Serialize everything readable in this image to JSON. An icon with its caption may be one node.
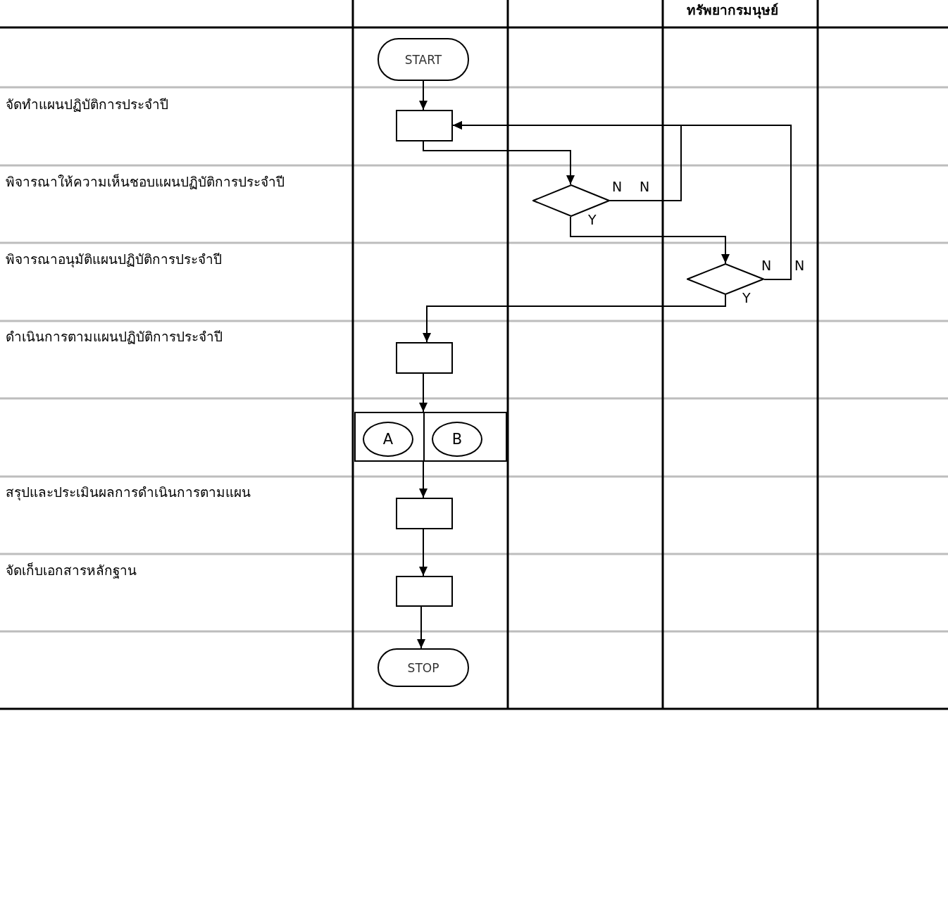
{
  "diagram": {
    "nodes": [
      {
        "text": [
          "START"
        ]
      },
      {
        "text": [],
        "shape": "box"
      },
      {
        "text": [],
        "shape": "diamond"
      },
      {
        "text": [],
        "shape": "diamond"
      },
      {
        "text": [],
        "shape": "box"
      },
      {
        "text": [],
        "shape": "box"
      },
      {
        "text": [
          "A"
        ],
        "in": 5
      },
      {
        "text": [
          "B"
        ],
        "in": 5
      },
      {
        "text": [],
        "shape": "box"
      },
      {
        "text": [],
        "shape": "box"
      },
      {
        "text": [
          "STOP"
        ]
      }
    ],
    "edges": [
      {
        "from": 0,
        "to": 1,
        "arrow": "to"
      },
      {
        "from": 1,
        "to": 2,
        "arrow": "to"
      },
      {
        "from": 2,
        "to": 1,
        "arrow": "to",
        "label": "N"
      },
      {
        "from": 2,
        "to": 3,
        "arrow": "to",
        "label": "Y"
      },
      {
        "from": 3,
        "to": 1,
        "arrow": "to",
        "label": "N"
      },
      {
        "from": 3,
        "to": 4,
        "arrow": "to",
        "label": "Y"
      },
      {
        "from": 4,
        "to": 5,
        "arrow": "to"
      },
      {
        "from": 5,
        "to": 8,
        "arrow": "to"
      },
      {
        "from": 8,
        "to": 9,
        "arrow": "to"
      },
      {
        "from": 9,
        "to": 10,
        "arrow": "to"
      }
    ],
    "labels": [
      "ทรัพยากรมนุษย์",
      "จัดทำแผนปฏิบัติการประจำปี",
      "พิจารณาให้ความเห็นชอบแผนปฏิบัติการประจำปี",
      "N",
      "พิจารณาอนุมัติแผนปฏิบัติการประจำปี",
      "N",
      "ดำเนินการตามแผนปฏิบัติการประจำปี",
      "สรุปและประเมินผลการดำเนินการตามแผน",
      "จัดเก็บเอกสารหลักฐาน"
    ]
  }
}
